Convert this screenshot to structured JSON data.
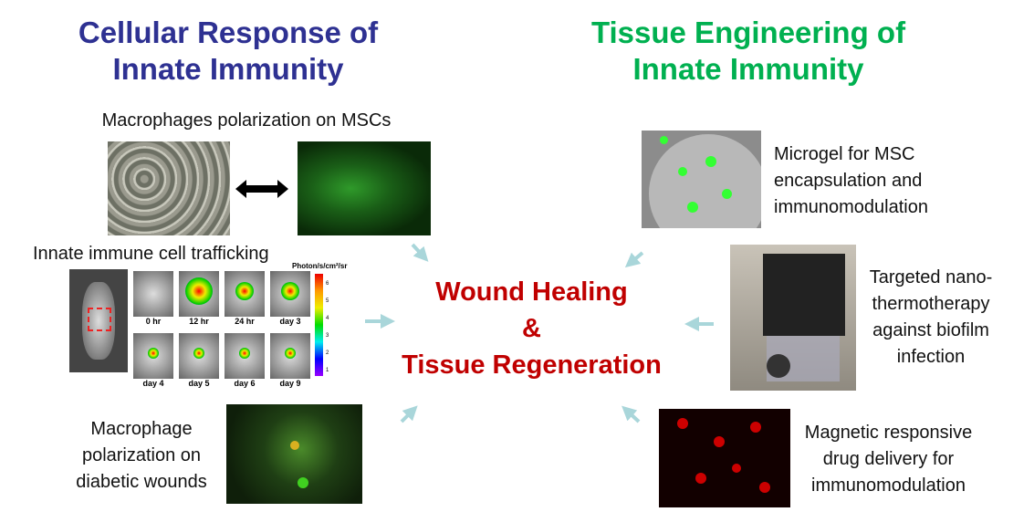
{
  "left_title": {
    "line1": "Cellular Response of",
    "line2": "Innate Immunity",
    "color": "#2E3192"
  },
  "right_title": {
    "line1": "Tissue Engineering of",
    "line2": "Innate Immunity",
    "color": "#00B050"
  },
  "center": {
    "line1": "Wound Healing",
    "line2": "&",
    "line3": "Tissue Regeneration",
    "color": "#C00000"
  },
  "left_items": {
    "macrophage_msc": "Macrophages  polarization on MSCs",
    "trafficking": "Innate immune  cell trafficking",
    "diabetic": [
      "Macrophage",
      "polarization on",
      "diabetic wounds"
    ]
  },
  "trafficking_panel": {
    "timepoints": [
      "0 hr",
      "12 hr",
      "24 hr",
      "day 3",
      "day 4",
      "day 5",
      "day 6",
      "day 9"
    ],
    "colorbar_label": "Photon/s/cm²/sr",
    "colorbar_ticks": [
      "6",
      "5",
      "4",
      "3",
      "2",
      "1"
    ]
  },
  "right_items": {
    "microgel": [
      "Microgel for MSC",
      "encapsulation and",
      "immunomodulation"
    ],
    "thermo": [
      "Targeted nano-",
      "thermotherapy",
      "against biofilm",
      "infection"
    ],
    "magnetic": [
      "Magnetic responsive",
      "drug delivery  for",
      "immunomodulation"
    ]
  },
  "arrow_color": "#A9D6DA"
}
